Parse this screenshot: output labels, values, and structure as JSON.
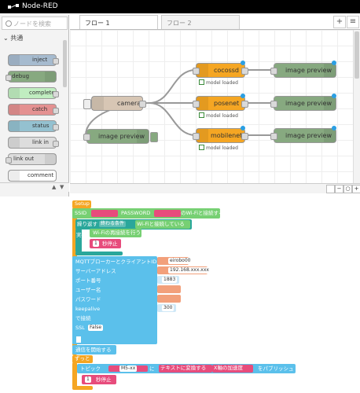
{
  "nodered": {
    "app_title": "Node-RED",
    "search_placeholder": "ノードを検索",
    "category": "共通",
    "palette": [
      {
        "label": "inject",
        "color": "#a6bbcf"
      },
      {
        "label": "debug",
        "color": "#87a980"
      },
      {
        "label": "complete",
        "color": "#c0edc0"
      },
      {
        "label": "catch",
        "color": "#e49191"
      },
      {
        "label": "status",
        "color": "#94c1d0"
      },
      {
        "label": "link in",
        "color": "#dddddd"
      },
      {
        "label": "link out",
        "color": "#dddddd"
      },
      {
        "label": "comment",
        "color": "#ffffff"
      }
    ],
    "tabs": [
      "フロー 1",
      "フロー 2"
    ],
    "tab_add": "+",
    "tab_menu": "≡",
    "footer_up": "▲",
    "footer_down": "▼",
    "flow": {
      "camera": "camera",
      "image_preview_left": "image preview",
      "cocossd": "cocossd",
      "posenet": "posenet",
      "mobilenet": "mobilenet",
      "model_status": "model loaded",
      "image_preview": "image preview",
      "node_color_ml": "#f5a623",
      "node_color_preview": "#87a980",
      "node_color_camera": "#d7c6b4"
    },
    "zoom": {
      "out": "−",
      "reset": "○",
      "in": "+"
    }
  },
  "blockly": {
    "setup": "Setup",
    "ssid_label": "SSID",
    "password_label": "PASSWORD",
    "wifi_connect": "のWi-Fiと接続する",
    "repeat_label": "繰り返す",
    "repeat_mode": "終わる条件",
    "wifi_connected": "Wi-Fiと接続している",
    "do_label": "実行",
    "wifi_reconnect": "Wi-Fiの再接続を行う",
    "wait_num": "1",
    "wait_sec": "秒停止",
    "mqtt_broker": "MQTTブローカーとクライアントID",
    "client_id": "eirobo00",
    "server_address_label": "サーバーアドレス",
    "server_address": "192.168.xxx.xxx",
    "port_label": "ポート番号",
    "port": "1883",
    "user_label": "ユーザー名",
    "password2_label": "パスワード",
    "keepalive_label": "keepalive",
    "keepalive": "300",
    "connect_label": "で接続",
    "ssl_label": "SSL",
    "ssl_value": "False",
    "start_comm": "通信を開始する",
    "loop": "ずっと",
    "topic_label": "トピック",
    "topic_value": "M5-xx",
    "to_label": "に",
    "to_text": "テキストに変換する",
    "accel_x": "X軸の加速度",
    "publish": "をパブリッシュ",
    "wait_num2": "1",
    "wait_sec2": "秒停止"
  }
}
